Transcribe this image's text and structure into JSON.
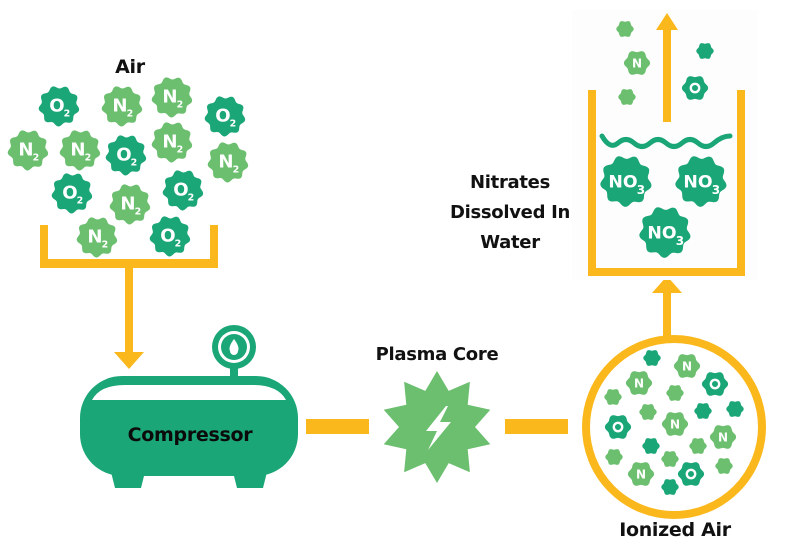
{
  "labels": {
    "air": "Air",
    "compressor": "Compressor",
    "plasma_core": "Plasma Core",
    "nitrates": [
      "Nitrates",
      "Dissolved In",
      "Water"
    ],
    "ionized_air": "Ionized Air"
  },
  "colors": {
    "dark_green": "#1aa676",
    "light_green": "#6bbf6e",
    "pipe_yellow": "#fbb81c",
    "text": "#111111",
    "white": "#ffffff"
  },
  "icons": {
    "compressor": "air-compressor-tank-icon",
    "gauge": "pressure-gauge-icon",
    "plasma": "lightning-bolt-star-icon",
    "water": "water-wave-icon"
  },
  "air_molecules": [
    {
      "formula": "O",
      "sub": "2",
      "type": "dark"
    },
    {
      "formula": "N",
      "sub": "2",
      "type": "light"
    },
    {
      "formula": "N",
      "sub": "2",
      "type": "light"
    },
    {
      "formula": "O",
      "sub": "2",
      "type": "dark"
    },
    {
      "formula": "N",
      "sub": "2",
      "type": "light"
    },
    {
      "formula": "N",
      "sub": "2",
      "type": "light"
    },
    {
      "formula": "O",
      "sub": "2",
      "type": "dark"
    },
    {
      "formula": "N",
      "sub": "2",
      "type": "light"
    },
    {
      "formula": "N",
      "sub": "2",
      "type": "light"
    },
    {
      "formula": "O",
      "sub": "2",
      "type": "dark"
    },
    {
      "formula": "N",
      "sub": "2",
      "type": "light"
    },
    {
      "formula": "O",
      "sub": "2",
      "type": "dark"
    },
    {
      "formula": "N",
      "sub": "2",
      "type": "light"
    },
    {
      "formula": "O",
      "sub": "2",
      "type": "dark"
    }
  ],
  "ionized_particles": [
    {
      "symbol": "",
      "type": "dark"
    },
    {
      "symbol": "N",
      "type": "light"
    },
    {
      "symbol": "N",
      "type": "light"
    },
    {
      "symbol": "O",
      "type": "dark"
    },
    {
      "symbol": "",
      "type": "light"
    },
    {
      "symbol": "",
      "type": "light"
    },
    {
      "symbol": "",
      "type": "light"
    },
    {
      "symbol": "",
      "type": "dark"
    },
    {
      "symbol": "",
      "type": "dark"
    },
    {
      "symbol": "O",
      "type": "dark"
    },
    {
      "symbol": "N",
      "type": "light"
    },
    {
      "symbol": "N",
      "type": "light"
    },
    {
      "symbol": "",
      "type": "dark"
    },
    {
      "symbol": "",
      "type": "light"
    },
    {
      "symbol": "",
      "type": "light"
    },
    {
      "symbol": "",
      "type": "light"
    },
    {
      "symbol": "",
      "type": "light"
    },
    {
      "symbol": "N",
      "type": "light"
    },
    {
      "symbol": "O",
      "type": "dark"
    },
    {
      "symbol": "",
      "type": "dark"
    }
  ],
  "escaping_particles": [
    {
      "symbol": "",
      "type": "light"
    },
    {
      "symbol": "N",
      "type": "light"
    },
    {
      "symbol": "",
      "type": "light"
    },
    {
      "symbol": "",
      "type": "dark"
    },
    {
      "symbol": "O",
      "type": "dark"
    }
  ],
  "nitrate_molecules": [
    {
      "formula": "NO",
      "sub": "3",
      "type": "dark"
    },
    {
      "formula": "NO",
      "sub": "3",
      "type": "dark"
    },
    {
      "formula": "NO",
      "sub": "3",
      "type": "dark"
    }
  ]
}
